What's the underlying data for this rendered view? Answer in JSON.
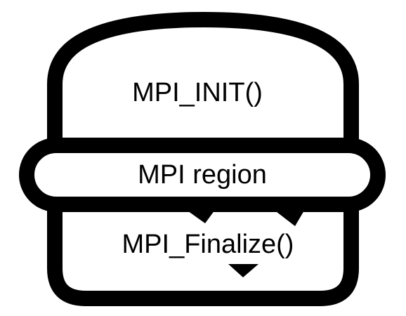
{
  "diagram": {
    "top_bun_label": "MPI_INIT()",
    "middle_label": "MPI region",
    "bottom_bun_label": "MPI_Finalize()"
  },
  "colors": {
    "stroke": "#000000",
    "fill": "#ffffff",
    "text": "#000000"
  }
}
